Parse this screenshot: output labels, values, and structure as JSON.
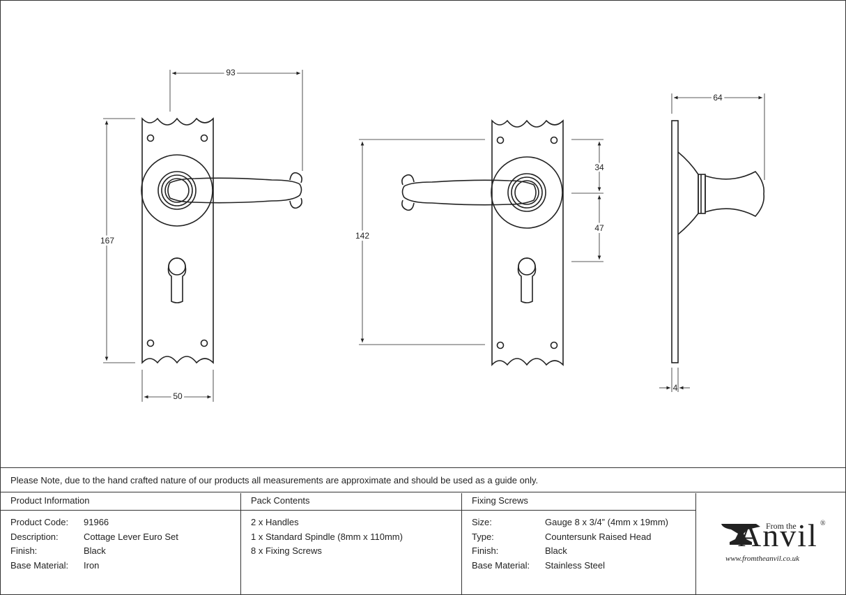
{
  "dimensions": {
    "handle_projection": "93",
    "plate_height": "167",
    "plate_width": "50",
    "center_to_center": "142",
    "lever_to_cylinder_top": "34",
    "cylinder_span": "47",
    "side_projection": "64",
    "plate_thickness": "4"
  },
  "note": "Please Note, due to the hand crafted nature of our products all measurements are approximate and should be used as a guide only.",
  "product_info": {
    "heading": "Product Information",
    "rows": [
      {
        "key": "Product Code:",
        "value": "91966"
      },
      {
        "key": "Description:",
        "value": "Cottage Lever Euro Set"
      },
      {
        "key": "Finish:",
        "value": "Black"
      },
      {
        "key": "Base Material:",
        "value": "Iron"
      }
    ]
  },
  "pack_contents": {
    "heading": "Pack Contents",
    "items": [
      "2 x Handles",
      "1 x Standard Spindle (8mm x 110mm)",
      "8 x Fixing Screws"
    ]
  },
  "fixing_screws": {
    "heading": "Fixing Screws",
    "rows": [
      {
        "key": "Size:",
        "value": "Gauge 8 x 3/4” (4mm x 19mm)"
      },
      {
        "key": "Type:",
        "value": "Countersunk Raised Head"
      },
      {
        "key": "Finish:",
        "value": "Black"
      },
      {
        "key": "Base Material:",
        "value": "Stainless Steel"
      }
    ]
  },
  "logo": {
    "small": "From the",
    "big": "Anvil",
    "mark": "®",
    "url": "www.fromtheanvil.co.uk"
  }
}
